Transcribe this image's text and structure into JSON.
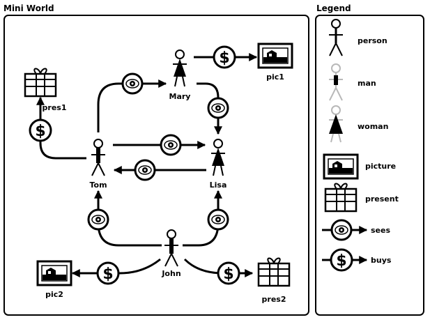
{
  "mini_world": {
    "title": "Mini World",
    "nodes": {
      "mary": "Mary",
      "tom": "Tom",
      "lisa": "Lisa",
      "john": "John",
      "pic1": "pic1",
      "pic2": "pic2",
      "pres1": "pres1",
      "pres2": "pres2"
    }
  },
  "legend": {
    "title": "Legend",
    "items": [
      "person",
      "man",
      "woman",
      "picture",
      "present",
      "sees",
      "buys"
    ]
  },
  "colors": {
    "ink": "#000000",
    "ghost": "#b8b8b8",
    "background": "#ffffff"
  },
  "icons": [
    "person-icon",
    "man-icon",
    "woman-icon",
    "picture-icon",
    "present-icon",
    "eye-icon",
    "dollar-icon"
  ]
}
